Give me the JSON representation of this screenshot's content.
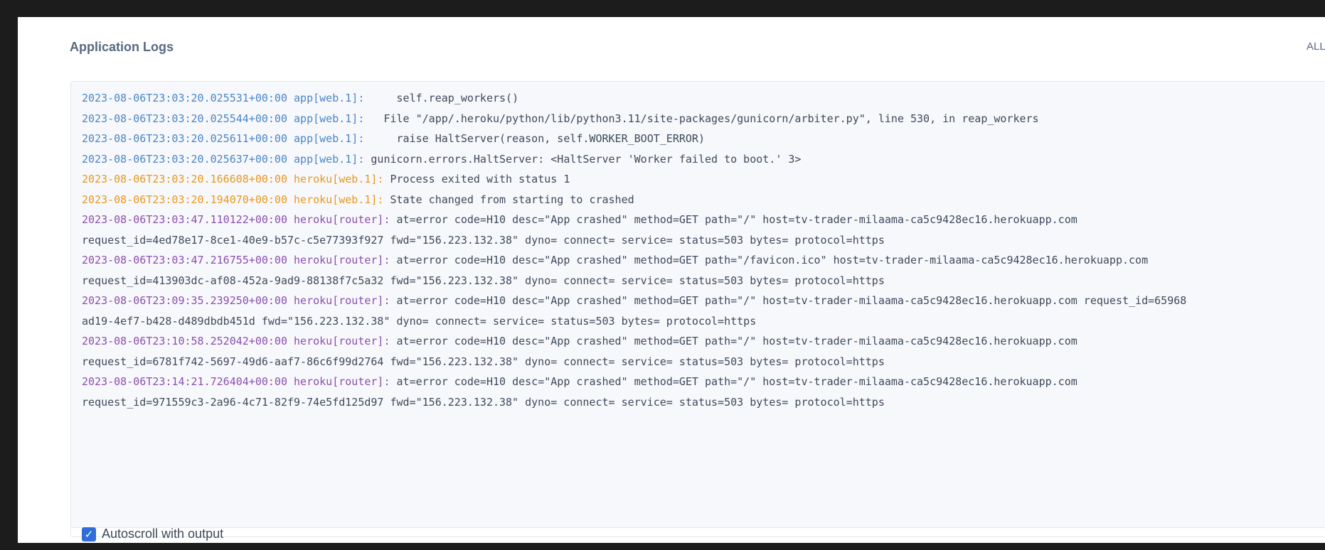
{
  "header": {
    "title": "Application Logs",
    "right_label": "ALL"
  },
  "log": {
    "lines": [
      {
        "ts": "2023-08-06T23:03:20.025531+00:00",
        "src": "app[web.1]:",
        "kind": "app",
        "msg": "     self.reap_workers()"
      },
      {
        "ts": "2023-08-06T23:03:20.025544+00:00",
        "src": "app[web.1]:",
        "kind": "app",
        "msg": "   File \"/app/.heroku/python/lib/python3.11/site-packages/gunicorn/arbiter.py\", line 530, in reap_workers"
      },
      {
        "ts": "2023-08-06T23:03:20.025611+00:00",
        "src": "app[web.1]:",
        "kind": "app",
        "msg": "     raise HaltServer(reason, self.WORKER_BOOT_ERROR)"
      },
      {
        "ts": "2023-08-06T23:03:20.025637+00:00",
        "src": "app[web.1]:",
        "kind": "app",
        "msg": " gunicorn.errors.HaltServer: <HaltServer 'Worker failed to boot.' 3>"
      },
      {
        "ts": "2023-08-06T23:03:20.166608+00:00",
        "src": "heroku[web.1]:",
        "kind": "heroku",
        "msg": " Process exited with status 1"
      },
      {
        "ts": "2023-08-06T23:03:20.194070+00:00",
        "src": "heroku[web.1]:",
        "kind": "heroku",
        "msg": " State changed from starting to crashed"
      },
      {
        "ts": "2023-08-06T23:03:47.110122+00:00",
        "src": "heroku[router]:",
        "kind": "router",
        "msg": " at=error code=H10 desc=\"App crashed\" method=GET path=\"/\" host=tv-trader-milaama-ca5c9428ec16.herokuapp.com"
      },
      {
        "ts": "",
        "src": "",
        "kind": "plain",
        "msg": "request_id=4ed78e17-8ce1-40e9-b57c-c5e77393f927 fwd=\"156.223.132.38\" dyno= connect= service= status=503 bytes= protocol=https"
      },
      {
        "ts": "2023-08-06T23:03:47.216755+00:00",
        "src": "heroku[router]:",
        "kind": "router",
        "msg": " at=error code=H10 desc=\"App crashed\" method=GET path=\"/favicon.ico\" host=tv-trader-milaama-ca5c9428ec16.herokuapp.com"
      },
      {
        "ts": "",
        "src": "",
        "kind": "plain",
        "msg": "request_id=413903dc-af08-452a-9ad9-88138f7c5a32 fwd=\"156.223.132.38\" dyno= connect= service= status=503 bytes= protocol=https"
      },
      {
        "ts": "2023-08-06T23:09:35.239250+00:00",
        "src": "heroku[router]:",
        "kind": "router",
        "msg": " at=error code=H10 desc=\"App crashed\" method=GET path=\"/\" host=tv-trader-milaama-ca5c9428ec16.herokuapp.com request_id=65968"
      },
      {
        "ts": "",
        "src": "",
        "kind": "plain",
        "msg": "ad19-4ef7-b428-d489dbdb451d fwd=\"156.223.132.38\" dyno= connect= service= status=503 bytes= protocol=https"
      },
      {
        "ts": "2023-08-06T23:10:58.252042+00:00",
        "src": "heroku[router]:",
        "kind": "router",
        "msg": " at=error code=H10 desc=\"App crashed\" method=GET path=\"/\" host=tv-trader-milaama-ca5c9428ec16.herokuapp.com"
      },
      {
        "ts": "",
        "src": "",
        "kind": "plain",
        "msg": "request_id=6781f742-5697-49d6-aaf7-86c6f99d2764 fwd=\"156.223.132.38\" dyno= connect= service= status=503 bytes= protocol=https"
      },
      {
        "ts": "2023-08-06T23:14:21.726404+00:00",
        "src": "heroku[router]:",
        "kind": "router",
        "msg": " at=error code=H10 desc=\"App crashed\" method=GET path=\"/\" host=tv-trader-milaama-ca5c9428ec16.herokuapp.com"
      },
      {
        "ts": "",
        "src": "",
        "kind": "plain",
        "msg": "request_id=971559c3-2a96-4c71-82f9-74e5fd125d97 fwd=\"156.223.132.38\" dyno= connect= service= status=503 bytes= protocol=https"
      }
    ]
  },
  "footer": {
    "autoscroll_label": "Autoscroll with output",
    "autoscroll_checked": true,
    "check_glyph": "✓"
  },
  "icons": {
    "checkbox": "checkmark-icon"
  },
  "colors": {
    "app": "#4a86c8",
    "heroku": "#e7981f",
    "router": "#8c4fb0",
    "checkbox": "#2f6ed8"
  }
}
